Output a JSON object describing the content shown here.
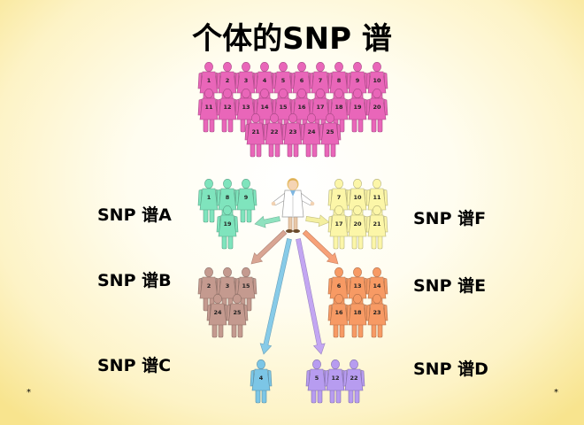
{
  "title": "个体的SNP 谱",
  "colors": {
    "background": "#fdf3c6",
    "all_individuals": "#e966b9",
    "group_A": "#7fe4bd",
    "group_B": "#c49a8f",
    "group_C": "#7cc6e6",
    "group_D": "#b79cf0",
    "group_E": "#f79a64",
    "group_F": "#fcf6a8",
    "arrow_A": "#8fe2bf",
    "arrow_B": "#d9a593",
    "arrow_C": "#87cbe8",
    "arrow_D": "#c3a6f2",
    "arrow_E": "#f7a178",
    "arrow_F": "#f4efa0"
  },
  "all_individuals": [
    "1",
    "2",
    "3",
    "4",
    "5",
    "6",
    "7",
    "8",
    "9",
    "10",
    "11",
    "12",
    "13",
    "14",
    "15",
    "16",
    "17",
    "18",
    "19",
    "20",
    "21",
    "22",
    "23",
    "24",
    "25"
  ],
  "researcher_icon": "doctor-icon",
  "groups": [
    {
      "id": "A",
      "label": "SNP 谱A",
      "members": [
        "1",
        "8",
        "9",
        "19"
      ]
    },
    {
      "id": "B",
      "label": "SNP 谱B",
      "members": [
        "2",
        "3",
        "15",
        "24",
        "25"
      ]
    },
    {
      "id": "C",
      "label": "SNP 谱C",
      "members": [
        "4"
      ]
    },
    {
      "id": "D",
      "label": "SNP 谱D",
      "members": [
        "5",
        "12",
        "22"
      ]
    },
    {
      "id": "E",
      "label": "SNP 谱E",
      "members": [
        "6",
        "13",
        "14",
        "16",
        "18",
        "23"
      ]
    },
    {
      "id": "F",
      "label": "SNP 谱F",
      "members": [
        "7",
        "10",
        "11",
        "17",
        "20",
        "21"
      ]
    }
  ],
  "footer_marks": [
    "*",
    "*"
  ]
}
